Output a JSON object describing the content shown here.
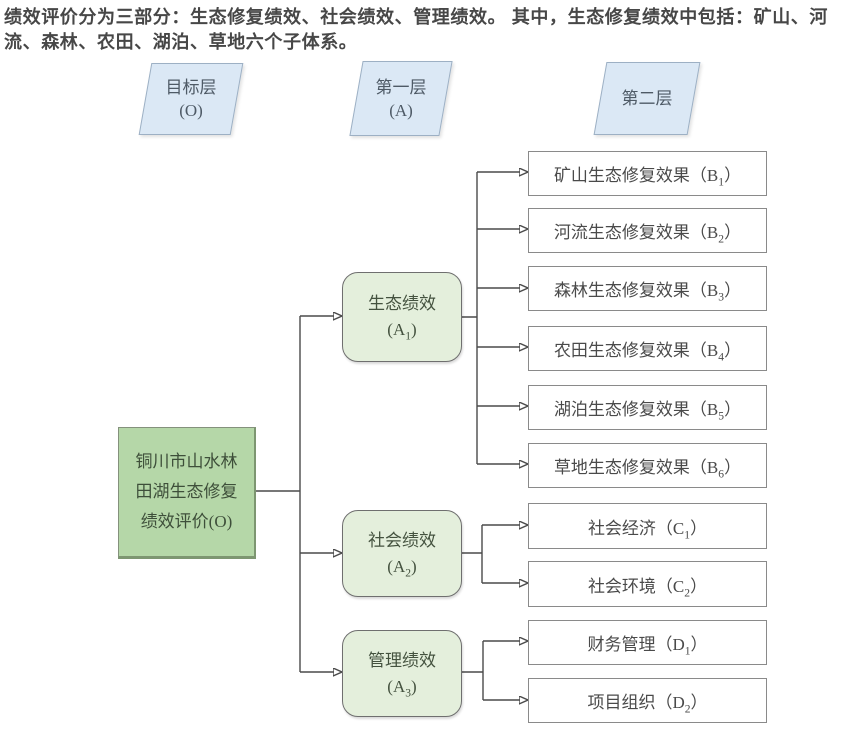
{
  "intro": {
    "line1": "绩效评价分为三部分：生态修复绩效、社会绩效、管理绩效。 其中，生态修复绩效中包括：矿山、河",
    "line2": "流、森林、农田、湖泊、草地六个子体系。"
  },
  "headers": {
    "goal": {
      "line1": "目标层",
      "line2": "(O)"
    },
    "first": {
      "line1": "第一层",
      "line2": "(A)"
    },
    "second": {
      "line1": "第二层"
    }
  },
  "root": {
    "line1": "铜川市山水林",
    "line2": "田湖生态修复",
    "line3": "绩效评价(O)"
  },
  "level_a": [
    {
      "title": "生态绩效",
      "pre": "(A",
      "sub": "1",
      "post": ")"
    },
    {
      "title": "社会绩效",
      "pre": "(A",
      "sub": "2",
      "post": ")"
    },
    {
      "title": "管理绩效",
      "pre": "(A",
      "sub": "3",
      "post": ")"
    }
  ],
  "level_b": [
    {
      "pre": "矿山生态修复效果（B",
      "sub": "1",
      "post": "）"
    },
    {
      "pre": "河流生态修复效果（B",
      "sub": "2",
      "post": "）"
    },
    {
      "pre": "森林生态修复效果（B",
      "sub": "3",
      "post": "）"
    },
    {
      "pre": "农田生态修复效果（B",
      "sub": "4",
      "post": "）"
    },
    {
      "pre": "湖泊生态修复效果（B",
      "sub": "5",
      "post": "）"
    },
    {
      "pre": "草地生态修复效果（B",
      "sub": "6",
      "post": "）"
    }
  ],
  "level_c": [
    {
      "pre": "社会经济（C",
      "sub": "1",
      "post": "）"
    },
    {
      "pre": "社会环境（C",
      "sub": "2",
      "post": "）"
    }
  ],
  "level_d": [
    {
      "pre": "财务管理（D",
      "sub": "1",
      "post": "）"
    },
    {
      "pre": "项目组织（D",
      "sub": "2",
      "post": "）"
    }
  ],
  "colors": {
    "intro_text": "#474747",
    "header_fill": "#dbe8f5",
    "header_border": "#9db0c4",
    "header_text": "#4e5a66",
    "root_fill": "#b5d7a8",
    "root_border": "#84917c",
    "root_border_dark": "#7d9671",
    "root_text": "#3e4f3a",
    "a_fill": "#e4efdc",
    "a_border": "#6f6f6f",
    "a_text": "#44523f",
    "leaf_fill": "#ffffff",
    "leaf_border": "#8a8a8a",
    "leaf_text": "#4a4a4a",
    "line": "#4a4a4a",
    "arrow": "#151515"
  }
}
